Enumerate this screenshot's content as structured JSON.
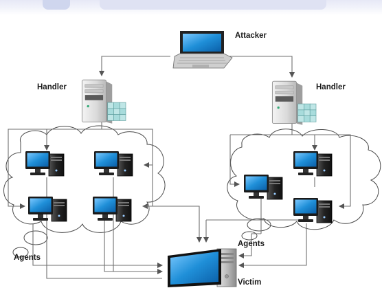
{
  "diagram": {
    "nodes": {
      "attacker": "Attacker",
      "handler_left": "Handler",
      "handler_right": "Handler",
      "agents_left": "Agents",
      "agents_right": "Agents",
      "victim": "Victim"
    }
  },
  "colors": {
    "line": "#6f6f6f",
    "arrow": "#555555",
    "cloud_stroke": "#4a4a4a",
    "screen": "#1f8fd8",
    "server_body": "#dcdcdc",
    "server_panel": "#9fd3d3"
  },
  "icons": {
    "attacker": "laptop-icon",
    "handler": "server-icon",
    "agent": "desktop-computer-icon",
    "victim": "desktop-computer-icon"
  }
}
